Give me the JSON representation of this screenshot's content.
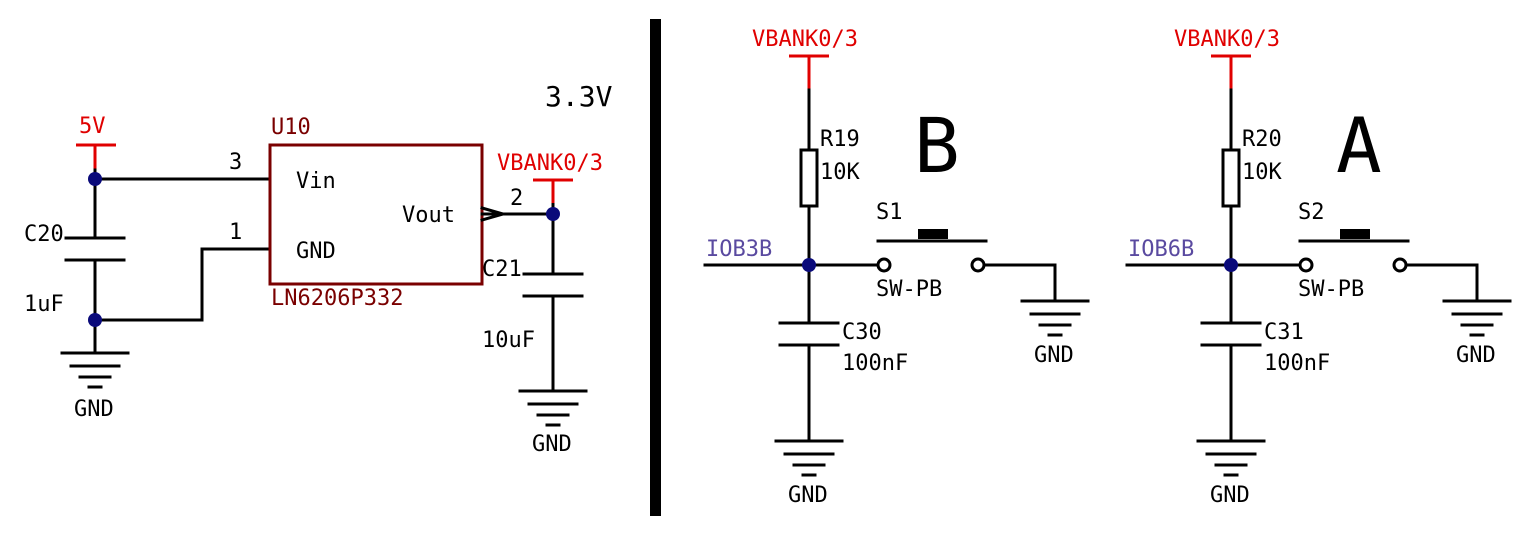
{
  "regulator": {
    "title": "3.3V",
    "ref": "U10",
    "part": "LN6206P332",
    "pins": {
      "vin": "Vin",
      "gnd": "GND",
      "vout": "Vout",
      "vin_num": "3",
      "gnd_num": "1",
      "vout_num": "2"
    },
    "input_rail": "5V",
    "output_rail": "VBANK0/3",
    "c_in": {
      "ref": "C20",
      "value": "1uF"
    },
    "c_out": {
      "ref": "C21",
      "value": "10uF"
    },
    "gnd_label": "GND"
  },
  "button_b": {
    "big_label": "B",
    "rail": "VBANK0/3",
    "resistor": {
      "ref": "R19",
      "value": "10K"
    },
    "switch": {
      "ref": "S1",
      "type": "SW-PB"
    },
    "net": "IOB3B",
    "cap": {
      "ref": "C30",
      "value": "100nF"
    },
    "gnd_label": "GND"
  },
  "button_a": {
    "big_label": "A",
    "rail": "VBANK0/3",
    "resistor": {
      "ref": "R20",
      "value": "10K"
    },
    "switch": {
      "ref": "S2",
      "type": "SW-PB"
    },
    "net": "IOB6B",
    "cap": {
      "ref": "C31",
      "value": "100nF"
    },
    "gnd_label": "GND"
  },
  "colors": {
    "power": "#e00000",
    "component": "#7a0000",
    "net": "#5a4aa0",
    "junction": "#0a0a7a",
    "divider": "#000000"
  }
}
